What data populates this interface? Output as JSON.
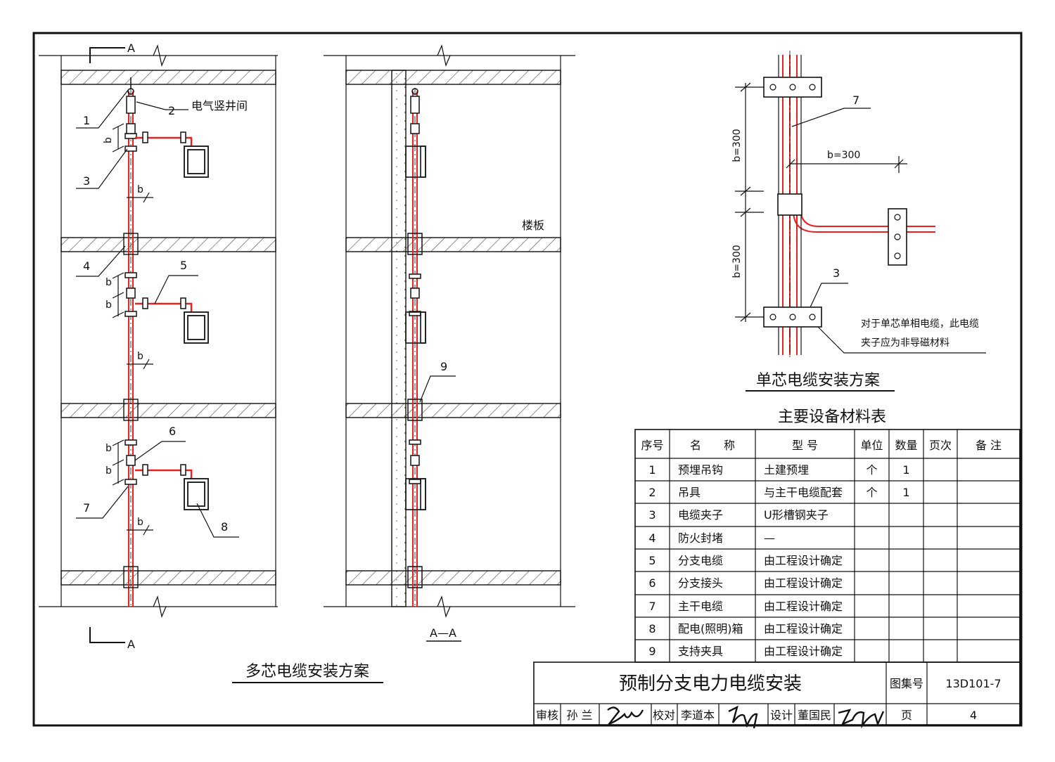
{
  "drawing": {
    "section_mark": "A",
    "section_view_label": "A—A",
    "room_label": "电气竖井间",
    "floor_label": "楼板",
    "multi_core_title": "多芯电缆安装方案",
    "single_core_title": "单芯电缆安装方案",
    "single_core_note_line1": "对于单芯单相电缆，此电缆",
    "single_core_note_line2": "夹子应为非导磁材料",
    "spacing_b": "b",
    "spacing_b300": "b=300",
    "callouts": [
      "1",
      "2",
      "3",
      "4",
      "5",
      "6",
      "7",
      "8",
      "9"
    ]
  },
  "table": {
    "title": "主要设备材料表",
    "headers": [
      "序号",
      "名　　称",
      "型 号",
      "单位",
      "数量",
      "页次",
      "备 注"
    ],
    "rows": [
      [
        "1",
        "预埋吊钩",
        "土建预埋",
        "个",
        "1",
        "",
        ""
      ],
      [
        "2",
        "吊具",
        "与主干电缆配套",
        "个",
        "1",
        "",
        ""
      ],
      [
        "3",
        "电缆夹子",
        "U形槽钢夹子",
        "",
        "",
        "",
        ""
      ],
      [
        "4",
        "防火封堵",
        "—",
        "",
        "",
        "",
        ""
      ],
      [
        "5",
        "分支电缆",
        "由工程设计确定",
        "",
        "",
        "",
        ""
      ],
      [
        "6",
        "分支接头",
        "由工程设计确定",
        "",
        "",
        "",
        ""
      ],
      [
        "7",
        "主干电缆",
        "由工程设计确定",
        "",
        "",
        "",
        ""
      ],
      [
        "8",
        "配电(照明)箱",
        "由工程设计确定",
        "",
        "",
        "",
        ""
      ],
      [
        "9",
        "支持夹具",
        "由工程设计确定",
        "",
        "",
        "",
        ""
      ]
    ]
  },
  "title_block": {
    "title": "预制分支电力电缆安装",
    "atlas_label": "图集号",
    "atlas_no": "13D101-7",
    "page_label": "页",
    "page_no": "4",
    "review_label": "审核",
    "review_name": "孙 兰",
    "check_label": "校对",
    "check_name": "李道本",
    "design_label": "设计",
    "design_name": "董国民"
  },
  "colors": {
    "line": "#111111",
    "cable": "#e8221e",
    "hatch": "#555555"
  }
}
